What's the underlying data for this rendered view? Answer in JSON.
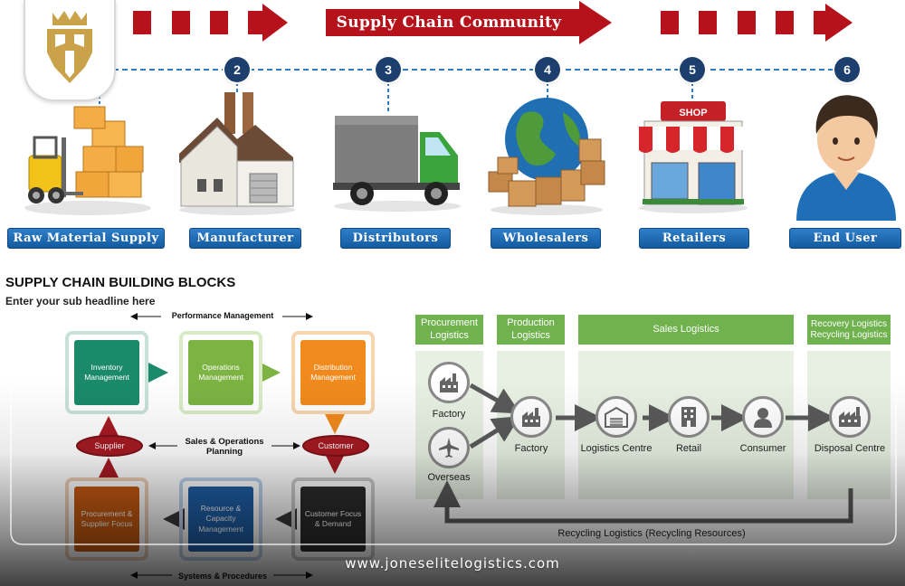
{
  "banner": {
    "community_label": "Supply Chain Community"
  },
  "chain": {
    "steps": [
      {
        "num": "",
        "label": "Raw Material Supply",
        "icon": "forklift-boxes-icon"
      },
      {
        "num": "2",
        "label": "Manufacturer",
        "icon": "factory-icon"
      },
      {
        "num": "3",
        "label": "Distributors",
        "icon": "truck-icon"
      },
      {
        "num": "4",
        "label": "Wholesalers",
        "icon": "globe-boxes-icon"
      },
      {
        "num": "5",
        "label": "Retailers",
        "icon": "shop-icon"
      },
      {
        "num": "6",
        "label": "End User",
        "icon": "person-icon"
      }
    ],
    "shop_sign": "SHOP"
  },
  "building_blocks": {
    "title": "SUPPLY CHAIN BUILDING BLOCKS",
    "subtitle": "Enter your sub headline here",
    "top_axis": "Performance Management",
    "bottom_axis": "Systems & Procedures",
    "middle_label": "Sales & Operations Planning",
    "supplier": "Supplier",
    "customer": "Customer",
    "blocks": [
      {
        "label": "Inventory Management",
        "color": "#1a8a6a",
        "border": "#c8e2d9"
      },
      {
        "label": "Operations Management",
        "color": "#7cb342",
        "border": "#d9eac5"
      },
      {
        "label": "Distribution Management",
        "color": "#f08a1c",
        "border": "#f7d6ae"
      },
      {
        "label": "Procurement & Supplier Focus",
        "color": "#c55a11",
        "border": "#eccdb5"
      },
      {
        "label": "Resource & Capacity Management",
        "color": "#1f5fa6",
        "border": "#bcd1ea"
      },
      {
        "label": "Customer Focus & Demand",
        "color": "#2b2b2b",
        "border": "#c9c9c9"
      }
    ]
  },
  "logistics": {
    "columns": [
      {
        "label": "Procurement Logistics"
      },
      {
        "label": "Production Logistics"
      },
      {
        "label": "Sales Logistics"
      },
      {
        "label": "Recovery Logistics Recycling Logistics"
      }
    ],
    "nodes": [
      {
        "label": "Factory",
        "icon": "factory-icon"
      },
      {
        "label": "Overseas",
        "icon": "airplane-icon"
      },
      {
        "label": "Factory",
        "icon": "factory-icon"
      },
      {
        "label": "Logistics Centre",
        "icon": "warehouse-icon"
      },
      {
        "label": "Retail",
        "icon": "building-icon"
      },
      {
        "label": "Consumer",
        "icon": "person-icon"
      },
      {
        "label": "Disposal Centre",
        "icon": "plant-icon"
      }
    ],
    "recycling_label": "Recycling Logistics (Recycling Resources)"
  },
  "footer": {
    "url": "www.joneselitelogistics.com"
  },
  "colors": {
    "banner_red": "#b5121b",
    "step_navy": "#1c3f6e",
    "label_blue": "#135aa0",
    "logistics_green": "#6fb24e",
    "logo_gold": "#c9a24a"
  }
}
